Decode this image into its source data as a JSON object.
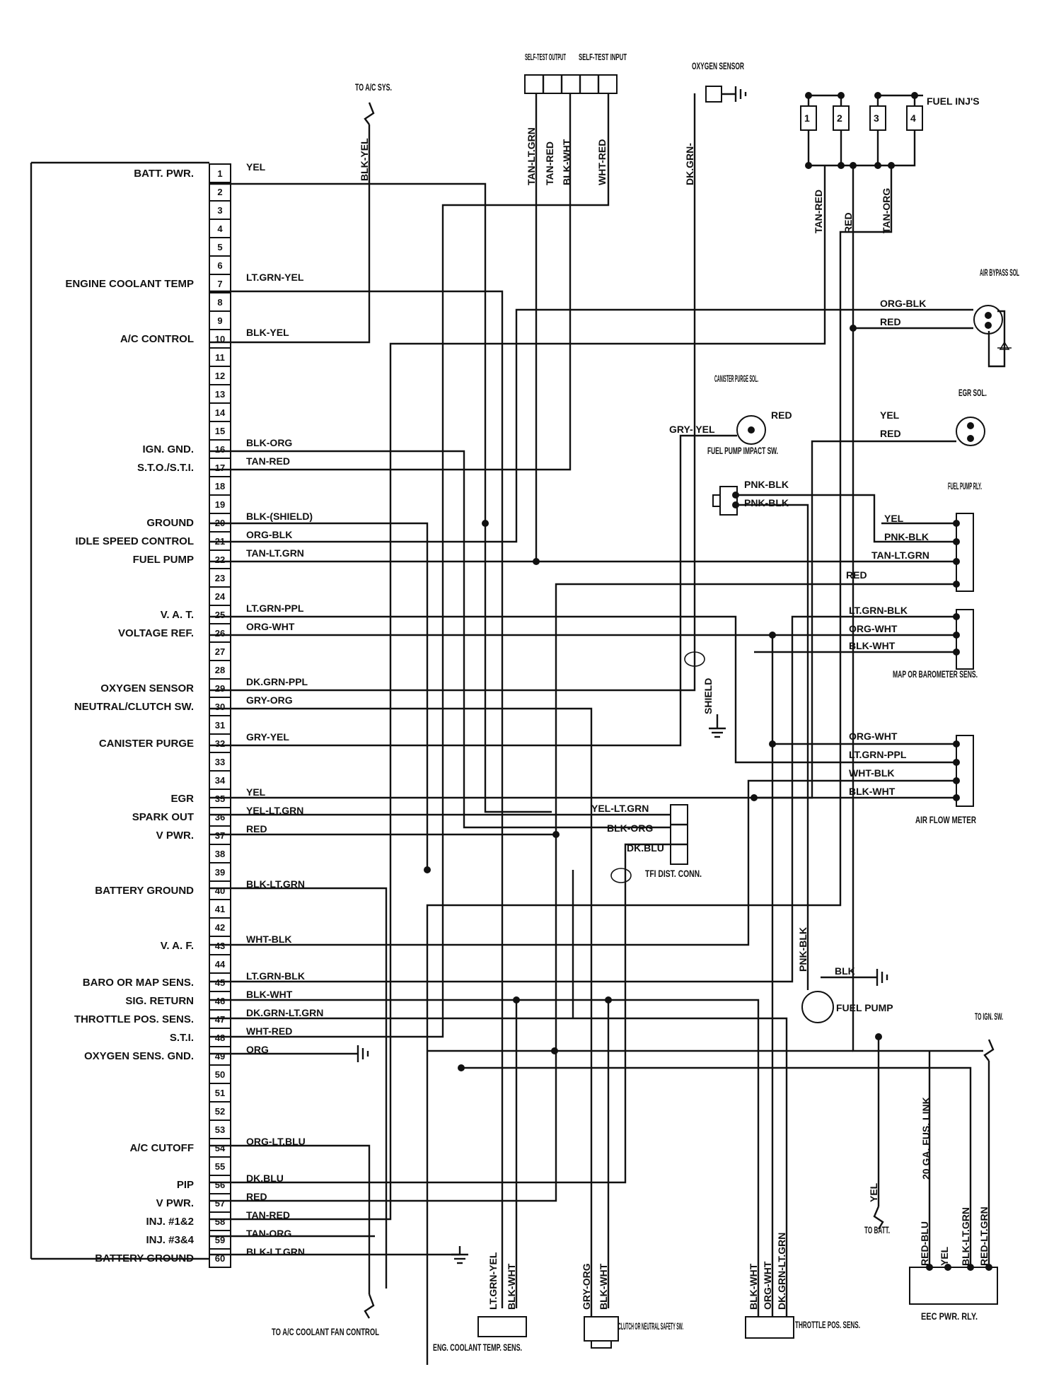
{
  "pin_labels": [
    {
      "pin": 1,
      "text": "BATT. PWR."
    },
    {
      "pin": 7,
      "text": "ENGINE COOLANT TEMP"
    },
    {
      "pin": 10,
      "text": "A/C CONTROL"
    },
    {
      "pin": 16,
      "text": "IGN. GND."
    },
    {
      "pin": 17,
      "text": "S.T.O./S.T.I."
    },
    {
      "pin": 20,
      "text": "GROUND"
    },
    {
      "pin": 21,
      "text": "IDLE SPEED CONTROL"
    },
    {
      "pin": 22,
      "text": "FUEL PUMP"
    },
    {
      "pin": 25,
      "text": "V. A. T."
    },
    {
      "pin": 26,
      "text": "VOLTAGE REF."
    },
    {
      "pin": 29,
      "text": "OXYGEN SENSOR"
    },
    {
      "pin": 30,
      "text": "NEUTRAL/CLUTCH SW."
    },
    {
      "pin": 32,
      "text": "CANISTER PURGE"
    },
    {
      "pin": 35,
      "text": "EGR"
    },
    {
      "pin": 36,
      "text": "SPARK OUT"
    },
    {
      "pin": 37,
      "text": "V PWR."
    },
    {
      "pin": 40,
      "text": "BATTERY GROUND"
    },
    {
      "pin": 43,
      "text": "V. A. F."
    },
    {
      "pin": 45,
      "text": "BARO OR MAP SENS."
    },
    {
      "pin": 46,
      "text": "SIG. RETURN"
    },
    {
      "pin": 47,
      "text": "THROTTLE POS. SENS."
    },
    {
      "pin": 48,
      "text": "S.T.I."
    },
    {
      "pin": 49,
      "text": "OXYGEN SENS. GND."
    },
    {
      "pin": 54,
      "text": "A/C CUTOFF"
    },
    {
      "pin": 56,
      "text": "PIP"
    },
    {
      "pin": 57,
      "text": "V PWR."
    },
    {
      "pin": 58,
      "text": "INJ. #1&2"
    },
    {
      "pin": 59,
      "text": "INJ. #3&4"
    },
    {
      "pin": 60,
      "text": "BATTERY GROUND"
    }
  ],
  "pin_wires": [
    {
      "pin": 1,
      "text": "YEL"
    },
    {
      "pin": 7,
      "text": "LT.GRN-YEL"
    },
    {
      "pin": 10,
      "text": "BLK-YEL"
    },
    {
      "pin": 16,
      "text": "BLK-ORG"
    },
    {
      "pin": 17,
      "text": "TAN-RED"
    },
    {
      "pin": 20,
      "text": "BLK-(SHIELD)"
    },
    {
      "pin": 21,
      "text": "ORG-BLK"
    },
    {
      "pin": 22,
      "text": "TAN-LT.GRN"
    },
    {
      "pin": 25,
      "text": "LT.GRN-PPL"
    },
    {
      "pin": 26,
      "text": "ORG-WHT"
    },
    {
      "pin": 29,
      "text": "DK.GRN-PPL"
    },
    {
      "pin": 30,
      "text": "GRY-ORG"
    },
    {
      "pin": 32,
      "text": "GRY-YEL"
    },
    {
      "pin": 35,
      "text": "YEL"
    },
    {
      "pin": 36,
      "text": "YEL-LT.GRN"
    },
    {
      "pin": 37,
      "text": "RED"
    },
    {
      "pin": 40,
      "text": "BLK-LT.GRN"
    },
    {
      "pin": 43,
      "text": "WHT-BLK"
    },
    {
      "pin": 45,
      "text": "LT.GRN-BLK"
    },
    {
      "pin": 46,
      "text": "BLK-WHT"
    },
    {
      "pin": 47,
      "text": "DK.GRN-LT.GRN"
    },
    {
      "pin": 48,
      "text": "WHT-RED"
    },
    {
      "pin": 49,
      "text": "ORG"
    },
    {
      "pin": 54,
      "text": "ORG-LT.BLU"
    },
    {
      "pin": 56,
      "text": "DK.BLU"
    },
    {
      "pin": 57,
      "text": "RED"
    },
    {
      "pin": 58,
      "text": "TAN-RED"
    },
    {
      "pin": 59,
      "text": "TAN-ORG"
    },
    {
      "pin": 60,
      "text": "BLK-LT.GRN"
    }
  ],
  "components": {
    "self_test_output": "SELF-TEST OUTPUT",
    "self_test_input": "SELF-TEST INPUT",
    "oxygen_sensor": "OXYGEN SENSOR",
    "to_ac_sys": "TO A/C SYS.",
    "fuel_injs": "FUEL INJ'S",
    "inj_numbers": [
      "1",
      "2",
      "3",
      "4"
    ],
    "air_bypass_sol": "AIR BYPASS SOL",
    "canister_purge_sol": "CANISTER PURGE SOL.",
    "egr_sol": "EGR SOL.",
    "fuel_pump_impact_sw": "FUEL PUMP IMPACT SW.",
    "fuel_pump_rly": "FUEL PUMP RLY.",
    "map_sens": "MAP OR BAROMETER SENS.",
    "shield": "SHIELD",
    "air_flow_meter": "AIR FLOW METER",
    "tfi_dist_conn": "TFI DIST. CONN.",
    "fuel_pump": "FUEL PUMP",
    "to_ign_sw": "TO IGN. SW.",
    "fus_link": "20 GA. FUS. LINK",
    "to_batt": "TO BATT.",
    "eec_pwr_rly": "EEC PWR. RLY.",
    "to_ac_coolant": "TO A/C COOLANT FAN CONTROL",
    "eng_coolant_temp_sens": "ENG. COOLANT TEMP. SENS.",
    "clutch_sw": "CLUTCH OR NEUTRAL SAFETY SW.",
    "throttle_pos_sens": "THROTTLE POS. SENS."
  },
  "wire_labels": {
    "top": [
      "TAN-LT.GRN",
      "TAN-RED",
      "BLK-WHT",
      "WHT-RED",
      "DK.GRN-",
      "BLK-YEL"
    ],
    "inj": [
      "TAN-RED",
      "RED",
      "TAN-ORG"
    ],
    "air_bypass": [
      "ORG-BLK",
      "RED"
    ],
    "canister": [
      "GRY- YEL",
      "RED"
    ],
    "egr": [
      "YEL",
      "RED"
    ],
    "impact": [
      "PNK-BLK",
      "PNK-BLK"
    ],
    "fuel_rly": [
      "YEL",
      "PNK-BLK",
      "TAN-LT.GRN",
      "RED"
    ],
    "map": [
      "LT.GRN-BLK",
      "ORG-WHT",
      "BLK-WHT"
    ],
    "afm": [
      "ORG-WHT",
      "LT.GRN-PPL",
      "WHT-BLK",
      "BLK-WHT"
    ],
    "tfi": [
      "YEL-LT.GRN",
      "BLK-ORG",
      "DK.BLU"
    ],
    "fuel_pump": [
      "PNK-BLK",
      "BLK"
    ],
    "eec": [
      "YEL",
      "RED-BLU",
      "YEL",
      "BLK-LT.GRN",
      "RED-LT.GRN"
    ],
    "ect": [
      "LT.GRN-YEL",
      "BLK-WHT"
    ],
    "clutch": [
      "GRY-ORG",
      "BLK-WHT"
    ],
    "tps": [
      "BLK-WHT",
      "ORG-WHT",
      "DK.GRN-LT.GRN"
    ]
  }
}
